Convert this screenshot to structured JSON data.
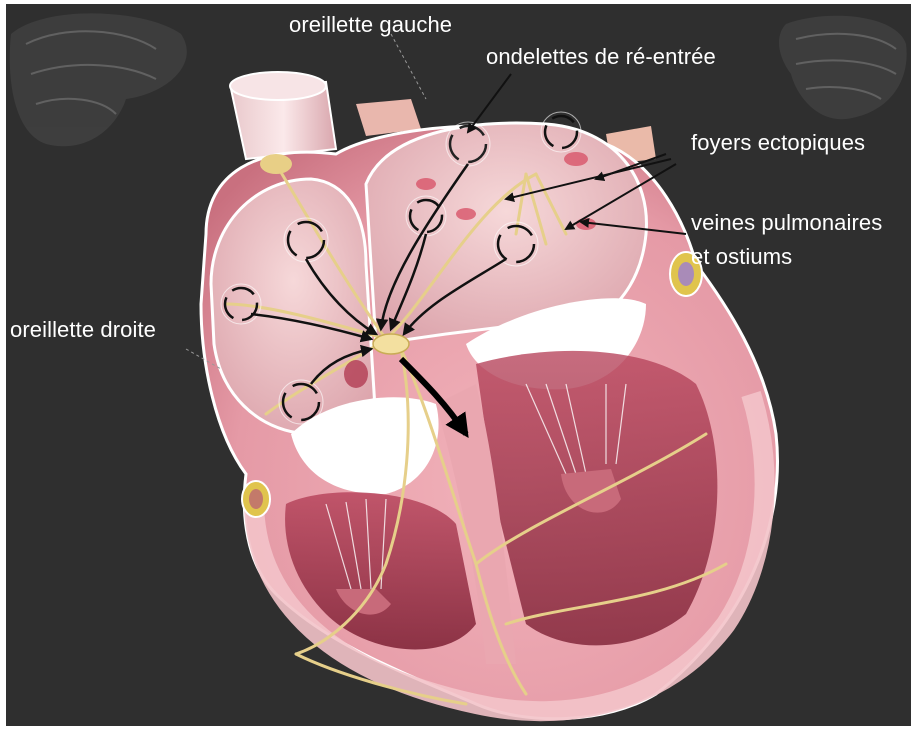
{
  "labels": {
    "left_atrium": "oreillette gauche",
    "reentry_wavelets": "ondelettes de ré-entrée",
    "ectopic_foci": "foyers ectopiques",
    "pulmonary_veins_line1": "veines pulmonaires",
    "pulmonary_veins_line2": "et ostiums",
    "right_atrium": "oreillette  droite"
  },
  "colors": {
    "background": "#2f2f2f",
    "label_text": "#ffffff",
    "myocardium": "#e9a3ad",
    "chamber_wall": "#f2c9cc",
    "conduction_pathway": "#e6cf8a",
    "valve": "#ffffff",
    "arrow": "#111111"
  }
}
